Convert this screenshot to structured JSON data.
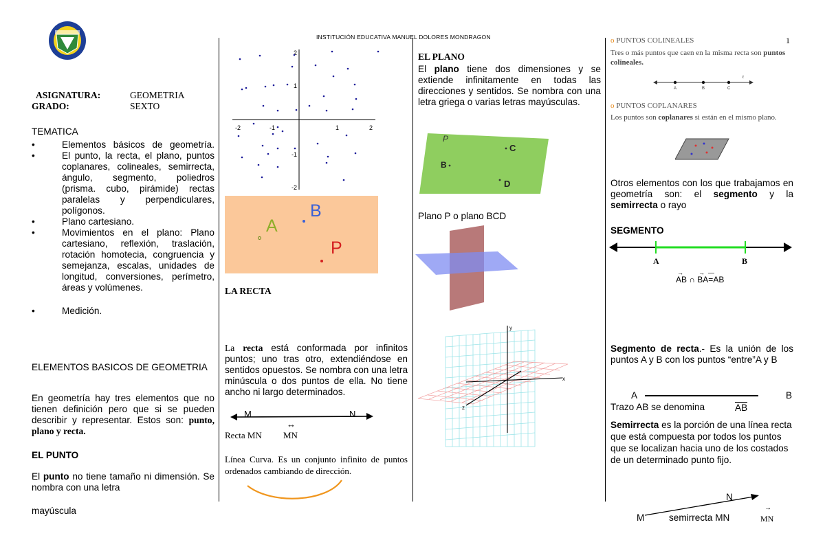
{
  "header": {
    "school": "INSTITUCIÓN EDUCATIVA MANUEL DOLORES MONDRAGON",
    "page_number": "1"
  },
  "col1": {
    "asignatura_label": "ASIGNATURA:",
    "asignatura_value": "GEOMETRIA",
    "grado_label": "GRADO:",
    "grado_value": "SEXTO",
    "tematica_title": "TEMATICA",
    "tematica_items": [
      "Elementos básicos de geometría.",
      "El punto, la recta, el plano, puntos coplanares, colineales, semirrecta, ángulo, segmento, poliedros (prisma. cubo, pirámide) rectas paralelas y perpendiculares, polígonos.",
      "Plano cartesiano.",
      "Movimientos en el plano: Plano cartesiano, reflexión, traslación, rotación homotecia, congruencia y semejanza, escalas, unidades de longitud, conversiones, perímetro, áreas y volúmenes.",
      "Medición."
    ],
    "elementos_title": "ELEMENTOS BASICOS DE GEOMETRIA",
    "elementos_text": "En geometría hay tres elementos que no tienen definición pero que si se pueden describir y representar. Estos son:",
    "elementos_bold": "punto, plano y recta.",
    "punto_title": "EL PUNTO",
    "punto_pre": "El",
    "punto_bold": "punto",
    "punto_text": "no tiene tamaño ni dimensión. Se nombra con una letra",
    "punto_cont": "mayúscula"
  },
  "col2": {
    "axis": {
      "x_ticks": [
        "-2",
        "-1",
        "1",
        "2"
      ],
      "y_ticks": [
        "2",
        "1",
        "-1",
        "-2"
      ]
    },
    "points_labels": [
      "A",
      "B",
      "P"
    ],
    "recta_title": "LA RECTA",
    "recta_pre": "La",
    "recta_bold": "recta",
    "recta_text": "está conformada por infinitos puntos; uno tras otro, extendiéndose en sentidos opuestos. Se nombra con una letra minúscula o dos puntos de ella. No tiene ancho ni largo determinados.",
    "line_M": "M",
    "line_N": "N",
    "recta_caption": "Recta MN",
    "recta_symbol": "↔",
    "recta_symbol_label": "MN",
    "curva_text": "Línea Curva. Es un conjunto infinito de puntos ordenados cambiando de dirección."
  },
  "col3": {
    "plano_title": "EL PLANO",
    "plano_pre": "El",
    "plano_bold": "plano",
    "plano_text": "tiene dos dimensiones y se extiende infinitamente en todas las direcciones y sentidos. Se nombra con una letra griega o varias letras mayúsculas.",
    "plane_labels": [
      "P",
      "B",
      "C",
      "D"
    ],
    "plano_caption": "Plano P  o plano BCD",
    "axis3d_labels": [
      "y",
      "x",
      "z"
    ]
  },
  "col4": {
    "colineales_title": "PUNTOS COLINEALES",
    "colineales_text": "Tres o más puntos que caen en la misma recta son",
    "colineales_bold": "puntos colineales.",
    "colineales_labels": [
      "A",
      "B",
      "C",
      "ℓ"
    ],
    "coplanares_title": "PUNTOS COPLANARES",
    "coplanares_pre": "Los puntos son",
    "coplanares_bold": "coplanares",
    "coplanares_text": "si están en el mismo plano.",
    "otros_text1": "Otros elementos con los que trabajamos en geometría son: el",
    "otros_bold1": "segmento",
    "otros_mid": "y la",
    "otros_bold2": "semirrecta",
    "otros_end": "o rayo",
    "segmento_title": "SEGMENTO",
    "seg_A": "A",
    "seg_B": "B",
    "seg_formula": "AB ∩ BA=AB",
    "segrecta_bold": "Segmento de recta",
    "segrecta_text": ".- Es la unión de los puntos A y B con los puntos “entre”A y B",
    "trazo_A": "A",
    "trazo_B": "B",
    "trazo_text": "Trazo AB se denomina",
    "trazo_symbol": "AB",
    "semi_bold": "Semirrecta",
    "semi_text": "es la porción de una línea recta que está compuesta por todos los puntos que se localizan hacia uno de los costados de un determinado punto fijo.",
    "semi_N": "N",
    "semi_M": "M",
    "semi_caption": "semirrecta MN",
    "semi_symbol": "MN"
  },
  "colors": {
    "segment_green": "#22dd22",
    "point_bg": "#fbc89a",
    "plane_green": "#8fce5f",
    "curve_orange": "#f0961e"
  }
}
